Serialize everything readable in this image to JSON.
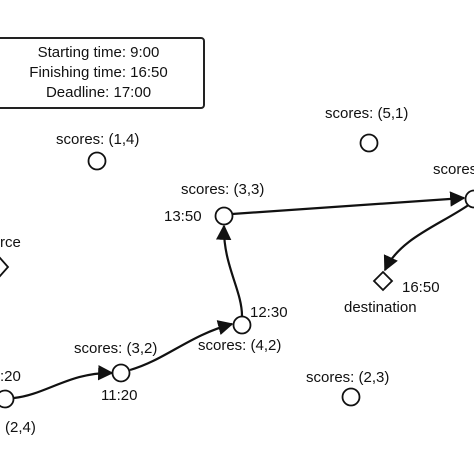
{
  "info": {
    "starting": "Starting time: 9:00",
    "finishing": "Finishing time: 16:50",
    "deadline": "Deadline: 17:00"
  },
  "labels": {
    "scores_5_1": "scores: (5,1)",
    "scores_1_4": "scores: (1,4)",
    "scores_right": "scores",
    "scores_3_3": "scores: (3,3)",
    "time_1350": "13:50",
    "source_partial": "rce",
    "time_1650": "16:50",
    "destination": "destination",
    "time_1230": "12:30",
    "scores_3_2": "scores: (3,2)",
    "scores_4_2": "scores: (4,2)",
    "time_partial_20": ":20",
    "scores_2_3": "scores: (2,3)",
    "time_1120": "11:20",
    "scores_2_4_partial": "(2,4)"
  }
}
